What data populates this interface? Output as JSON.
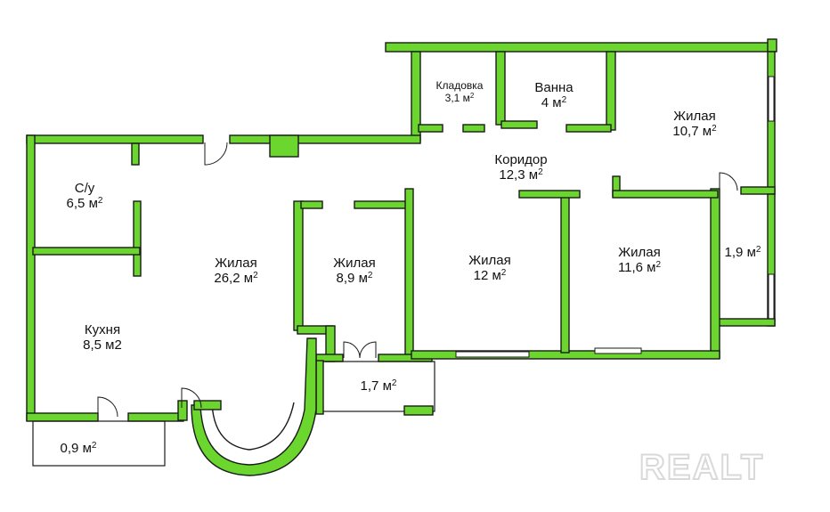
{
  "rooms": [
    {
      "id": "storage",
      "name": "Кладовка",
      "area": "3,1 м",
      "small": true
    },
    {
      "id": "bath",
      "name": "Ванна",
      "area": "4 м"
    },
    {
      "id": "bedroom-ne",
      "name": "Жилая",
      "area": "10,7 м"
    },
    {
      "id": "corridor",
      "name": "Коридор",
      "area": "12,3 м"
    },
    {
      "id": "wc",
      "name": "С/у",
      "area": "6,5 м"
    },
    {
      "id": "living-main",
      "name": "Жилая",
      "area": "26,2 м"
    },
    {
      "id": "living-2",
      "name": "Жилая",
      "area": "8,9 м"
    },
    {
      "id": "living-3",
      "name": "Жилая",
      "area": "12 м"
    },
    {
      "id": "living-4",
      "name": "Жилая",
      "area": "11,6 м"
    },
    {
      "id": "balcony-e",
      "name": "",
      "area": "1,9 м"
    },
    {
      "id": "kitchen",
      "name": "Кухня",
      "area": "8,5 м2",
      "nosup": true
    },
    {
      "id": "vestibule",
      "name": "",
      "area": "1,7 м"
    },
    {
      "id": "balcony-s",
      "name": "",
      "area": "0,9 м"
    }
  ],
  "superscript": "2",
  "watermark": "REALT",
  "colors": {
    "wall": "#6ad62e",
    "outline": "#1a1a1a",
    "watermark": "#d9d9d9"
  }
}
